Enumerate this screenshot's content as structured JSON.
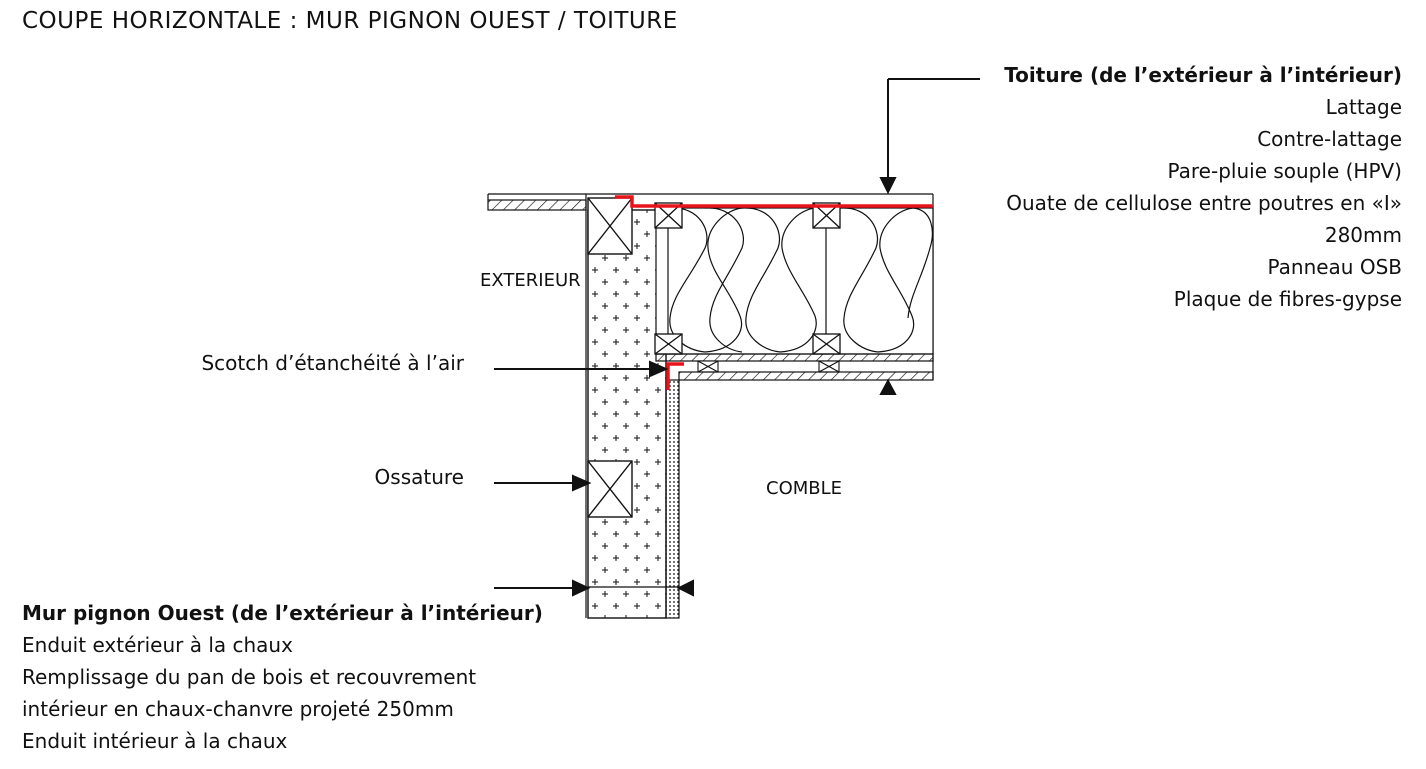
{
  "title": "COUPE HORIZONTALE : MUR PIGNON OUEST / TOITURE",
  "roof": {
    "heading": "Toiture (de l’extérieur à l’intérieur)",
    "layers": [
      "Lattage",
      "Contre-lattage",
      "Pare-pluie souple (HPV)",
      "Ouate de cellulose entre poutres en «I»",
      "280mm",
      "Panneau OSB",
      "Plaque de fibres-gypse"
    ]
  },
  "wall": {
    "heading": "Mur pignon Ouest (de l’extérieur à l’intérieur)",
    "layers": [
      "Enduit extérieur à la chaux",
      "Remplissage du pan de bois et recouvrement",
      "intérieur en chaux-chanvre projeté 250mm",
      "Enduit intérieur à la chaux"
    ]
  },
  "labels": {
    "exterior": "EXTERIEUR",
    "attic": "COMBLE",
    "air_tape": "Scotch d’étanchéité à l’air",
    "frame": "Ossature"
  },
  "colors": {
    "air_barrier": "#e8141b",
    "line": "#111111"
  }
}
